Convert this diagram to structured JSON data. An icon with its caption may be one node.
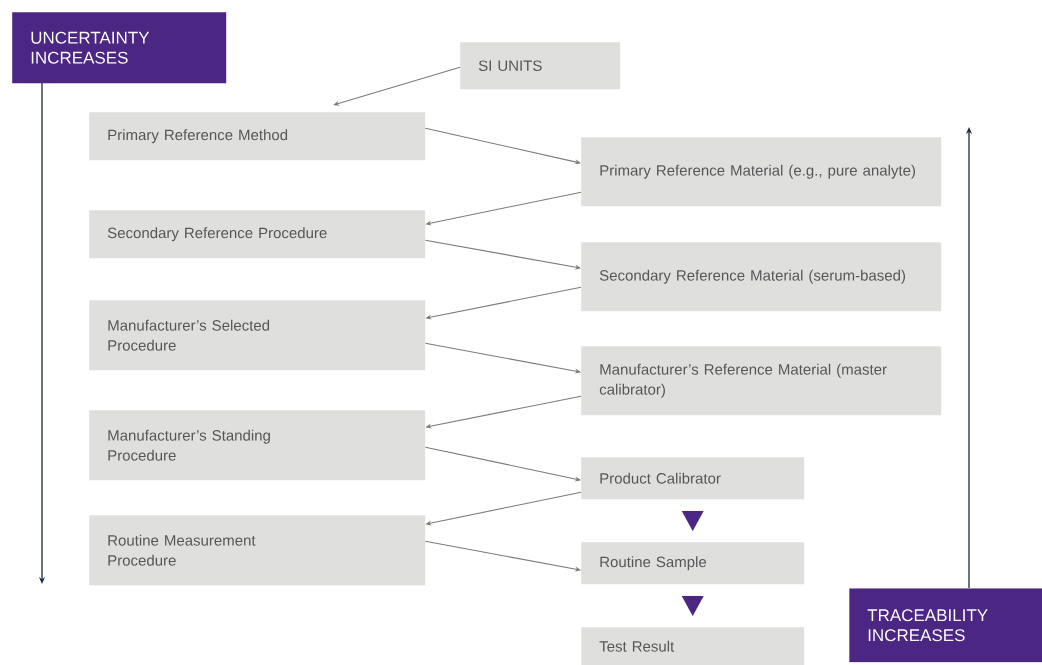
{
  "diagram": {
    "nodes": [
      {
        "text": [
          "UNCERTAINTY INCREASES"
        ]
      },
      {
        "text": [
          "SI UNITS"
        ]
      },
      {
        "text": [
          "Primary Reference Method"
        ]
      },
      {
        "text": [
          "Primary Reference Material (e.g., pure analyte)"
        ]
      },
      {
        "text": [
          "Secondary Reference Procedure"
        ]
      },
      {
        "text": [
          "Secondary Reference Material (serum-based)"
        ]
      },
      {
        "text": [
          "Manufacturer’s Selected Procedure"
        ]
      },
      {
        "text": [
          "Manufacturer’s Reference Material (master calibrator)"
        ]
      },
      {
        "text": [
          "Manufacturer’s Standing Procedure"
        ]
      },
      {
        "text": [
          "Product Calibrator"
        ]
      },
      {
        "text": [
          "Routine Measurement Procedure"
        ]
      },
      {
        "text": [
          "Routine Sample"
        ]
      },
      {
        "text": [
          "Test Result"
        ]
      },
      {
        "text": [
          "TRACEABILITY INCREASES"
        ]
      }
    ],
    "edges": [
      {
        "from": 1,
        "to": 2,
        "arrow": "to"
      },
      {
        "from": 2,
        "to": 3,
        "arrow": "to"
      },
      {
        "from": 3,
        "to": 4,
        "arrow": "to"
      },
      {
        "from": 4,
        "to": 5,
        "arrow": "to"
      },
      {
        "from": 5,
        "to": 6,
        "arrow": "to"
      },
      {
        "from": 6,
        "to": 7,
        "arrow": "to"
      },
      {
        "from": 7,
        "to": 8,
        "arrow": "to"
      },
      {
        "from": 8,
        "to": 9,
        "arrow": "to"
      },
      {
        "from": 9,
        "to": 10,
        "arrow": "to"
      },
      {
        "from": 10,
        "to": 11,
        "arrow": "to"
      },
      {
        "from": 11,
        "to": 12,
        "arrow": "to",
        "style": "thick",
        "color": "#4b2683"
      },
      {
        "from": 9,
        "to": 11,
        "arrow": "to",
        "style": "thick",
        "color": "#4b2683"
      }
    ]
  }
}
